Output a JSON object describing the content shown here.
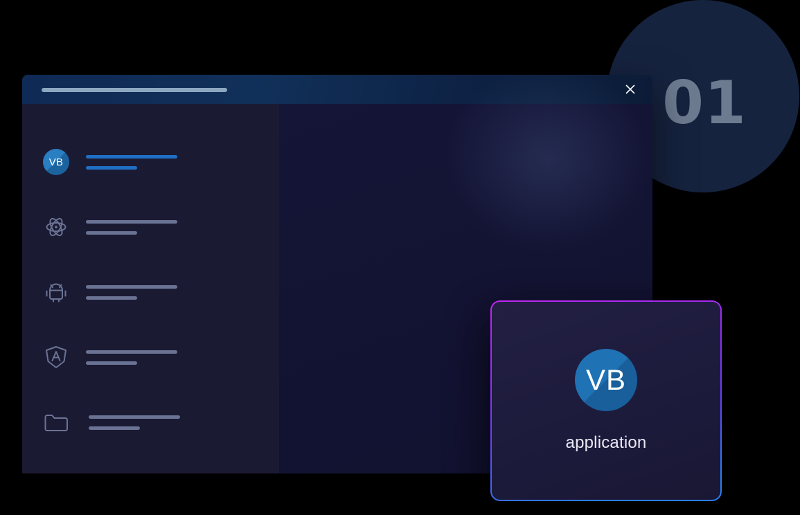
{
  "step_badge": {
    "number": "01",
    "circle_color": "#16233f",
    "text_color": "#6d7b91"
  },
  "window": {
    "titlebar": {
      "title_placeholder": "",
      "close_label": "×",
      "close_icon": "close-icon",
      "gradient_from": "#0f2a55",
      "gradient_to": "#0c1c38"
    },
    "sidebar": {
      "background": "#1b1a33",
      "items": [
        {
          "id": "vb-app",
          "icon": "vb-avatar-icon",
          "avatar_text": "VB",
          "active": true,
          "accent": "#1f6fc4",
          "line_primary": "",
          "line_secondary": ""
        },
        {
          "id": "react-app",
          "icon": "react-atom-icon",
          "active": false,
          "accent": "#6b7394",
          "line_primary": "",
          "line_secondary": ""
        },
        {
          "id": "android-app",
          "icon": "android-robot-icon",
          "active": false,
          "accent": "#6b7394",
          "line_primary": "",
          "line_secondary": ""
        },
        {
          "id": "angular-app",
          "icon": "angular-shield-icon",
          "active": false,
          "accent": "#6b7394",
          "line_primary": "",
          "line_secondary": ""
        },
        {
          "id": "folder",
          "icon": "folder-icon",
          "active": false,
          "accent": "#6b7394",
          "line_primary": "",
          "line_secondary": ""
        }
      ]
    },
    "content": {
      "background": "#141434"
    }
  },
  "app_card": {
    "avatar_text": "VB",
    "label": "application",
    "border_gradient_from": "#c026f0",
    "border_gradient_to": "#2b7ef0",
    "avatar_color": "#1f72b4"
  }
}
